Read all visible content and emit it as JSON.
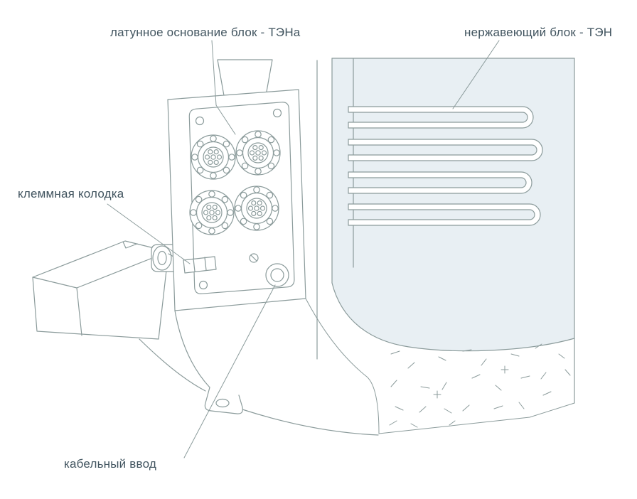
{
  "labels": {
    "brass_base": "латунное основание блок - ТЭНа",
    "stainless_block": "нержавеющий блок - ТЭН",
    "terminal_block": "клеммная колодка",
    "cable_entry": "кабельный ввод"
  },
  "colors": {
    "line": "#8b9b9b",
    "label_text": "#41545f",
    "tank_fill": "#e8eff3",
    "background": "#ffffff"
  }
}
